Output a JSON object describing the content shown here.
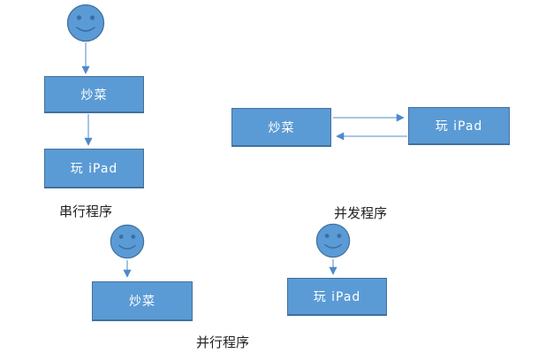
{
  "colors": {
    "shape_fill": "#5b9bd5",
    "shape_border": "#41719c",
    "connector": "#76a5d8",
    "arrowhead": "#4e8ac9",
    "box_text": "#ffffff",
    "label_text": "#1f1f1f",
    "background": "#ffffff"
  },
  "sections": {
    "serial": {
      "label": "串行程序",
      "actor_icon": "smiley-face",
      "steps": {
        "0": "炒菜",
        "1": "玩 iPad"
      }
    },
    "concurrent": {
      "label": "并发程序",
      "tasks": {
        "0": "炒菜",
        "1": "玩 iPad"
      }
    },
    "parallel": {
      "label": "并行程序",
      "actors": {
        "0": {
          "icon": "smiley-face",
          "task": "炒菜"
        },
        "1": {
          "icon": "smiley-face",
          "task": "玩 iPad"
        }
      }
    }
  }
}
